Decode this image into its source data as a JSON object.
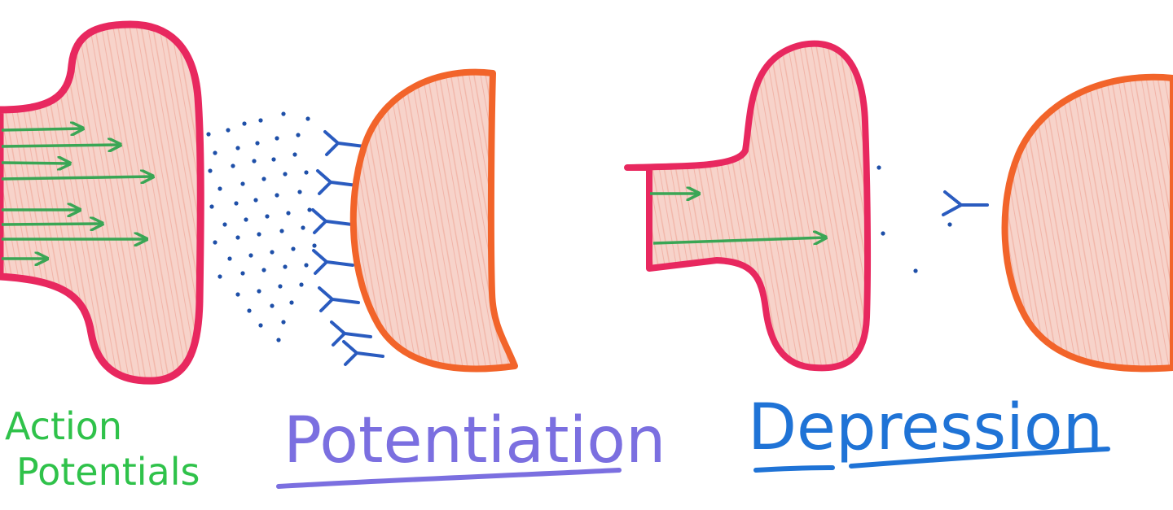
{
  "labels": {
    "action_line1": "Action",
    "action_line2": "Potentials",
    "potentiation": "Potentiation",
    "depression": "Depression"
  },
  "colors": {
    "presynaptic_outline": "#e8285f",
    "postsynaptic_outline": "#f2642a",
    "fill": "#f6c7bd",
    "arrow": "#3aa655",
    "neurotransmitter": "#1e4fa8",
    "action_label": "#2fc24a",
    "potentiation_label": "#7b6fe0",
    "depression_label": "#1f73d6"
  },
  "icons": [
    "arrow-icon",
    "receptor-icon",
    "neurotransmitter-dot-icon"
  ]
}
